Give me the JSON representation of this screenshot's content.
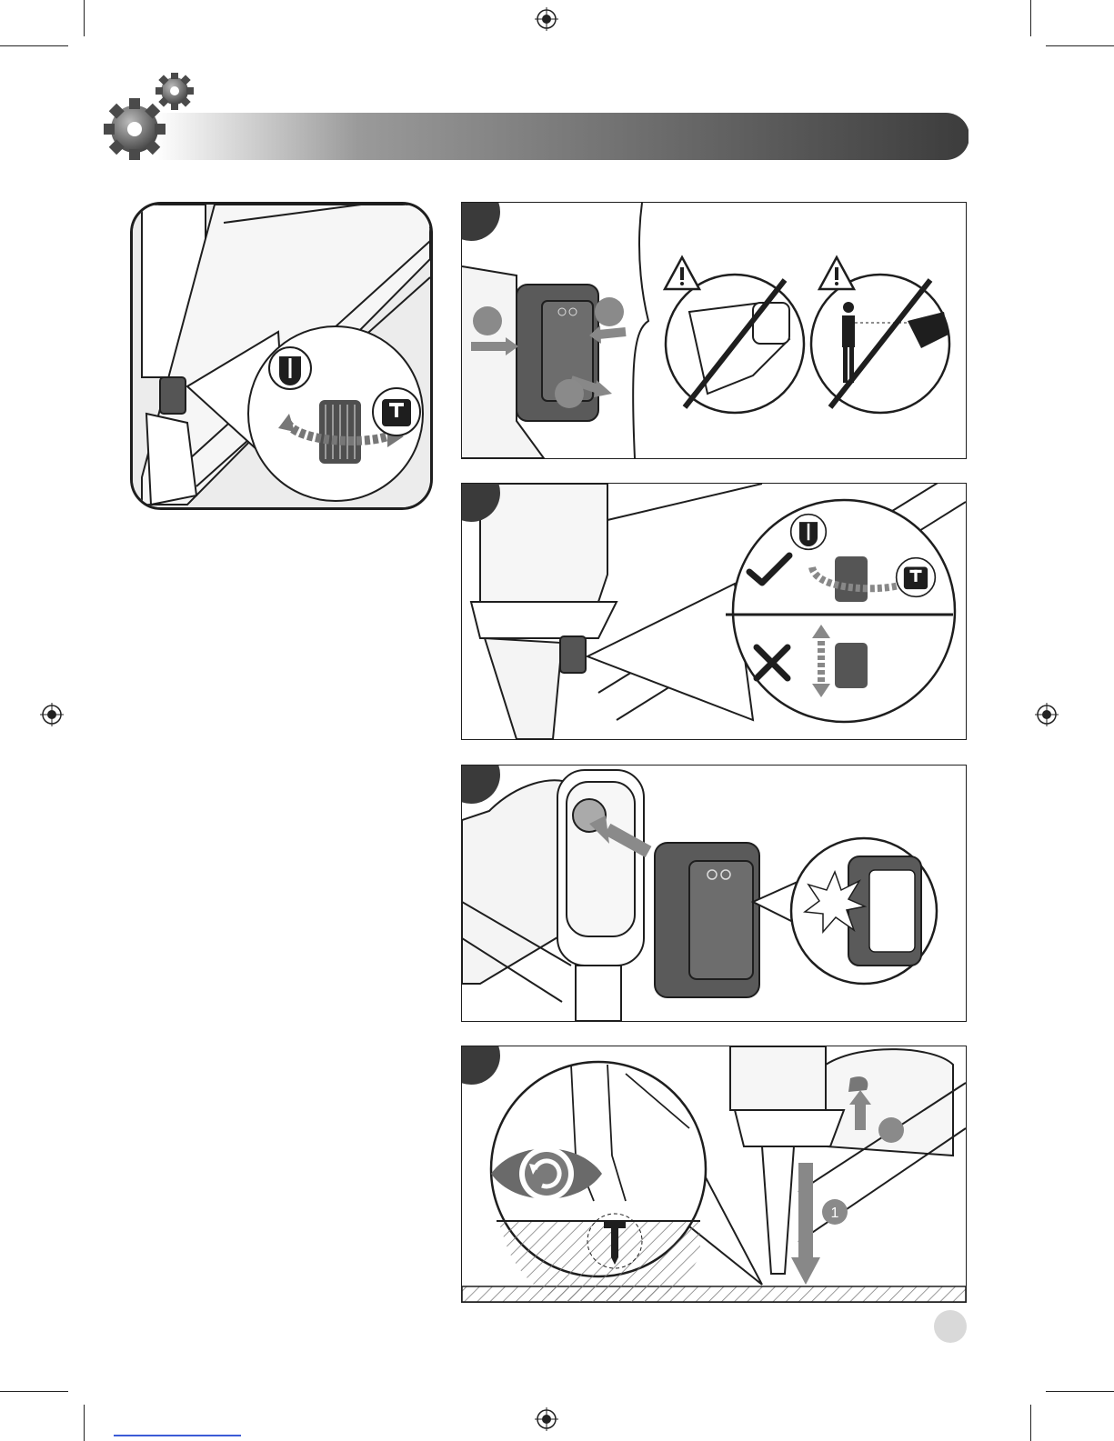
{
  "page": {
    "header_icon": "gears-icon",
    "registration_icon": "registration-crosshair-icon"
  },
  "detail_panel": {
    "mode_icons": [
      "sequential-mode-icon",
      "contact-mode-icon"
    ]
  },
  "steps": [
    {
      "id": "remove-battery",
      "warnings": [
        "warning-icon",
        "warning-icon"
      ],
      "prohibited": [
        "no-carry-with-finger-on-trigger",
        "no-pointing-at-people"
      ]
    },
    {
      "id": "mode-selector",
      "correct_icon": "check-icon",
      "wrong_icon": "cross-icon",
      "mode_icons": [
        "sequential-mode-icon",
        "contact-mode-icon"
      ]
    },
    {
      "id": "insert-battery",
      "click_icon": "click-burst-icon"
    },
    {
      "id": "test-fire",
      "eye_icon": "eye-inspection-icon",
      "callouts": [
        "1"
      ]
    }
  ],
  "colors": {
    "badge": "#3a3a3a",
    "header_dark": "#3c3c3c",
    "line": "#1e1e1e",
    "battery": "#5a5a5a"
  }
}
